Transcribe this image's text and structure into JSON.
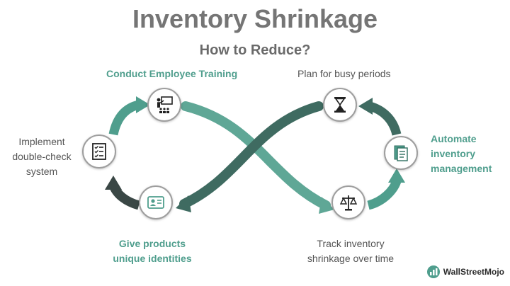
{
  "title": "Inventory Shrinkage",
  "subtitle": "How to Reduce?",
  "steps": [
    {
      "label": "Conduct Employee Training",
      "color": "#4f9e8d"
    },
    {
      "label": "Plan for busy periods",
      "color": "#555555"
    },
    {
      "label": "Automate inventory management",
      "color": "#4f9e8d"
    },
    {
      "label": "Track inventory shrinkage over time",
      "color": "#555555"
    },
    {
      "label": "Give products unique identities",
      "color": "#4f9e8d"
    },
    {
      "label": "Implement double-check system",
      "color": "#555555"
    }
  ],
  "colors": {
    "teal": "#4f9e8d",
    "teal_dark": "#2f6e60",
    "gray_dark": "#3d4a46",
    "title": "#757575"
  },
  "brand": {
    "name": "WallStreetMojo"
  }
}
